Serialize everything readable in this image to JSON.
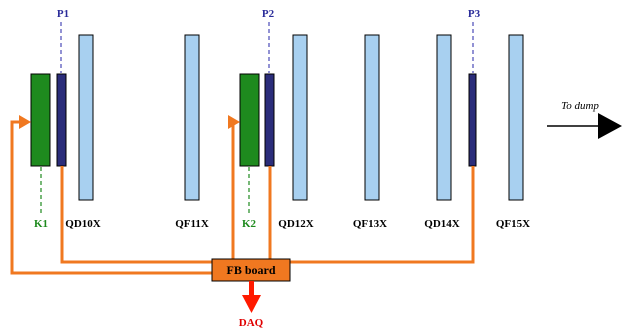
{
  "colors": {
    "quad_fill": "#a8d0f0",
    "kicker_fill": "#1e8a1e",
    "bpm_fill": "#2b2d7a",
    "cable": "#f07820",
    "board_fill": "#f07820",
    "daq_arrow": "#ff1a00",
    "pickup_label": "#2b2d9a",
    "kicker_label": "#1e8a1e",
    "daq_label": "#e00000"
  },
  "pickups": [
    {
      "label": "P1"
    },
    {
      "label": "P2"
    },
    {
      "label": "P3"
    }
  ],
  "kickers": [
    {
      "label": "K1"
    },
    {
      "label": "K2"
    }
  ],
  "quadrupoles": [
    {
      "label": "QD10X"
    },
    {
      "label": "QF11X"
    },
    {
      "label": "QD12X"
    },
    {
      "label": "QF13X"
    },
    {
      "label": "QD14X"
    },
    {
      "label": "QF15X"
    }
  ],
  "board": {
    "label": "FB board"
  },
  "daq": {
    "label": "DAQ"
  },
  "dump": {
    "label": "To dump"
  },
  "icons": {
    "beam_arrow": "right-arrow-icon",
    "daq_arrow": "down-arrow-icon"
  }
}
